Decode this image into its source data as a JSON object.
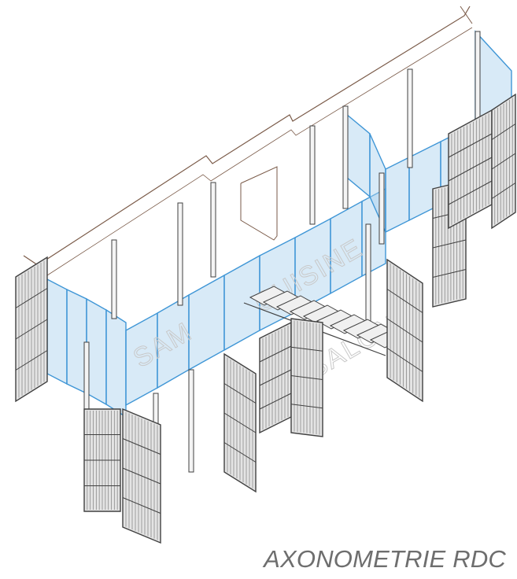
{
  "caption": "AXONOMETRIE RDC",
  "room_labels": {
    "sam": "SAM",
    "cuisine": "CUISINE",
    "salon": "SALON"
  },
  "colors": {
    "wall_outline": "#7a5a48",
    "glass": "#a9d1ee",
    "glass_edge": "#3f96d6",
    "frame": "#404040",
    "panel": "#e4e4e4",
    "slat": "#8a8a8a",
    "watermark": "#c9c9c9",
    "caption": "#6e6e6e"
  }
}
